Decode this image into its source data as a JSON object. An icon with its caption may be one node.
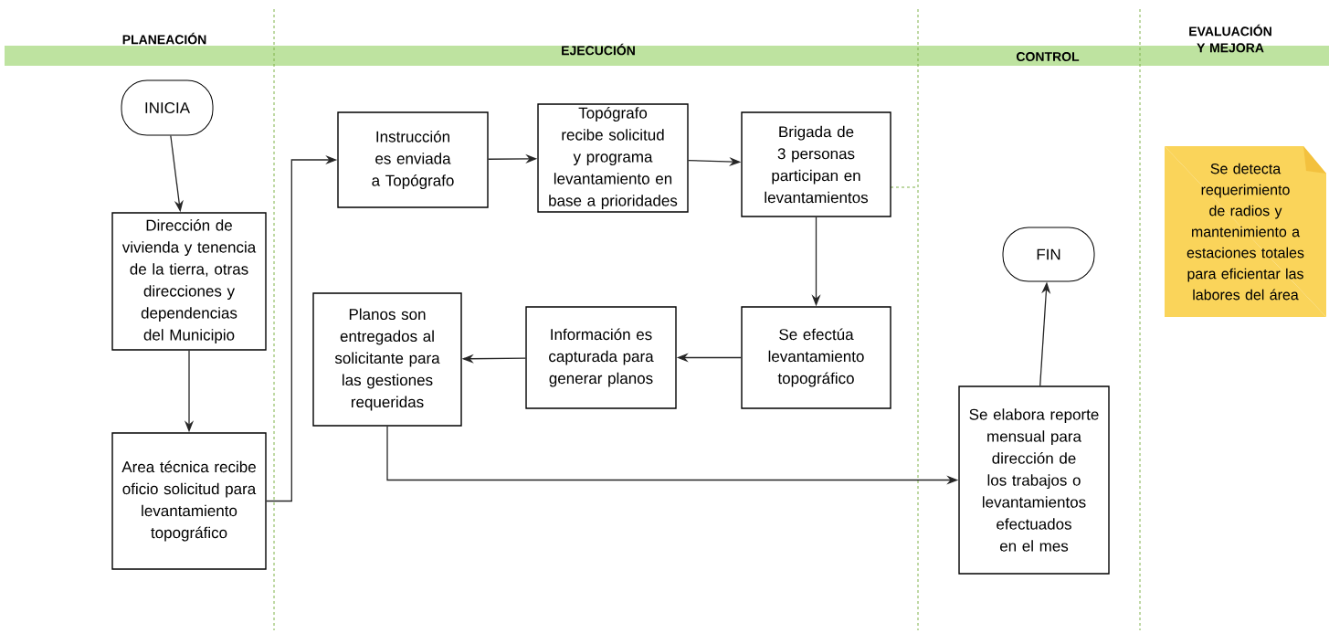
{
  "diagram": {
    "nodes": [
      {
        "text": [
          "INICIA"
        ]
      },
      {
        "text": [
          "Dirección de vivienda y tenencia de la tierra, otras direcciones y dependencias del Municipio"
        ]
      },
      {
        "text": [
          "Area técnica recibe oficio solicitud para levantamiento topográfico"
        ]
      },
      {
        "text": [
          "Instrucción es enviada a Topógrafo"
        ]
      },
      {
        "text": [
          "Topógrafo recibe solicitud y programa levantamiento en base a prioridades"
        ]
      },
      {
        "text": [
          "Brigada de 3 personas participan en levantamientos"
        ]
      },
      {
        "text": [
          "Se efectúa levantamiento topográfico"
        ]
      },
      {
        "text": [
          "Información es capturada para generar planos"
        ]
      },
      {
        "text": [
          "Planos son entregados al solicitante para las gestiones requeridas"
        ]
      },
      {
        "text": [
          "FIN"
        ]
      },
      {
        "text": [
          "Se elabora reporte mensual para dirección de los trabajos o levantamientos efectuados en el mes"
        ]
      },
      {
        "text": [
          "Se detecta requerimiento de radios y mantenimiento a estaciones totales para eficientar las labores del área"
        ]
      }
    ],
    "edges": [
      {
        "from": 0,
        "to": 1,
        "arrow": "to"
      },
      {
        "from": 1,
        "to": 2,
        "arrow": "to"
      },
      {
        "from": 2,
        "to": 3,
        "arrow": "to"
      },
      {
        "from": 3,
        "to": 4,
        "arrow": "to"
      },
      {
        "from": 4,
        "to": 5,
        "arrow": "to"
      },
      {
        "from": 5,
        "to": 6,
        "arrow": "to"
      },
      {
        "from": 6,
        "to": 7,
        "arrow": "to"
      },
      {
        "from": 7,
        "to": 8,
        "arrow": "to"
      },
      {
        "from": 8,
        "to": 10,
        "arrow": "to"
      },
      {
        "from": 10,
        "to": 9,
        "arrow": "to"
      }
    ],
    "labels": [
      "PLANEACIÓN",
      "EJECUCIÓN",
      "CONTROL",
      "EVALUACIÓN Y MEJORA"
    ]
  }
}
